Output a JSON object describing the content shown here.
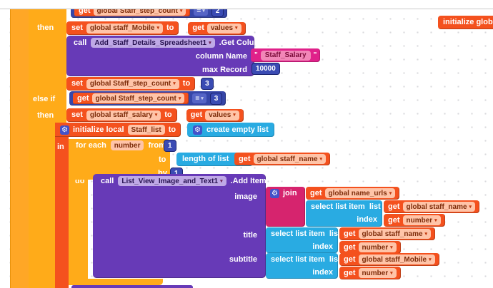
{
  "ws": {
    "app": "blocks-editor-workspace",
    "icons": {
      "gear": "⚙",
      "dropdown": "▾",
      "quote": "\""
    },
    "colors": {
      "outer_wrapper": "#FFA726",
      "control": "#FFAB19",
      "variables": "#F4511E",
      "math_logic": "#3646A8",
      "lists": "#29ABE2",
      "component_call": "#673AB7",
      "text_block": "#E0218A",
      "join_block": "#D6246E",
      "canvas": "#FFFFFF"
    },
    "kw": {
      "set": "set",
      "get": "get",
      "to": "to",
      "then": "then",
      "elseif": "else if",
      "in": "in",
      "do": "do",
      "call": "call",
      "foreach": "for each",
      "from": "from",
      "by": "by",
      "join": "join",
      "index": "index",
      "list": "list",
      "image": "image",
      "title": "title",
      "subtitle": "subtitle",
      "initlocal": "initialize local",
      "initglobal": "initialize global",
      "createlist": "create empty list",
      "lengthlist": "length of list",
      "selectitem": "select list item",
      "eq": "="
    },
    "vars": {
      "step_count": "global Staff_step_count",
      "mobile": "global staff_Mobile",
      "salary": "global staff_salary",
      "values": "values",
      "staff_list": "Staff_list",
      "number": "number",
      "staff_name": "global staff_name",
      "name_urls": "global name_urls"
    },
    "components": {
      "spreadsheet": "Add_Staff_Details_Spreadsheet1",
      "listview": "List_View_Image_and_Text1"
    },
    "methods": {
      "get_column": ".Get Column",
      "add_item": ".Add Item"
    },
    "params": {
      "column_name": "column Name",
      "max_record": "max Record"
    },
    "numbers": {
      "one": "1",
      "two": "2",
      "three": "3",
      "max_record_value": "10000"
    },
    "strings": {
      "staff_salary": "Staff_Salary"
    }
  }
}
